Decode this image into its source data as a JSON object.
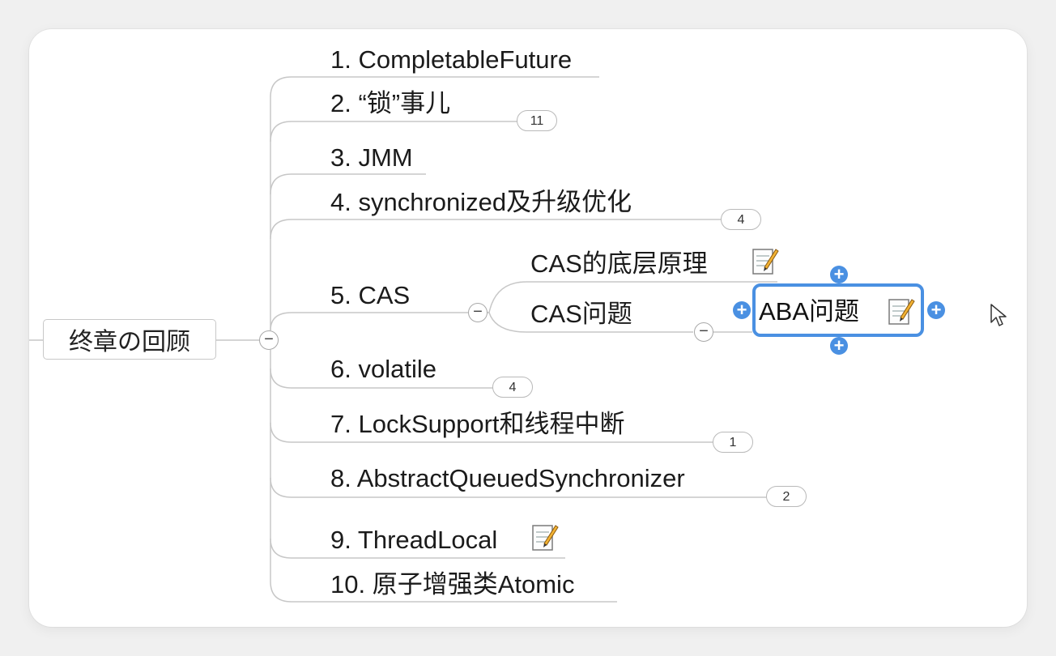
{
  "root": {
    "label": "终章の回顾"
  },
  "branches": [
    {
      "label": "1. CompletableFuture"
    },
    {
      "label": "2. “锁”事儿",
      "badge": "11"
    },
    {
      "label": "3. JMM"
    },
    {
      "label": "4. synchronized及升级优化",
      "badge": "4"
    },
    {
      "label": "5. CAS",
      "children": [
        {
          "label": "CAS的底层原理",
          "note_icon": "note-icon"
        },
        {
          "label": "CAS问题",
          "children": [
            {
              "label": "ABA问题",
              "note_icon": "note-icon",
              "selected": true
            }
          ]
        }
      ]
    },
    {
      "label": "6. volatile",
      "badge": "4"
    },
    {
      "label": "7. LockSupport和线程中断",
      "badge": "1"
    },
    {
      "label": "8. AbstractQueuedSynchronizer",
      "badge": "2"
    },
    {
      "label": "9. ThreadLocal",
      "note_icon": "note-icon"
    },
    {
      "label": "10. 原子增强类Atomic"
    }
  ],
  "collapse_symbol": "−",
  "add_symbol": "+",
  "colors": {
    "line": "#c7c7c7",
    "selection": "#4a90e2",
    "text": "#1b1b1b"
  }
}
